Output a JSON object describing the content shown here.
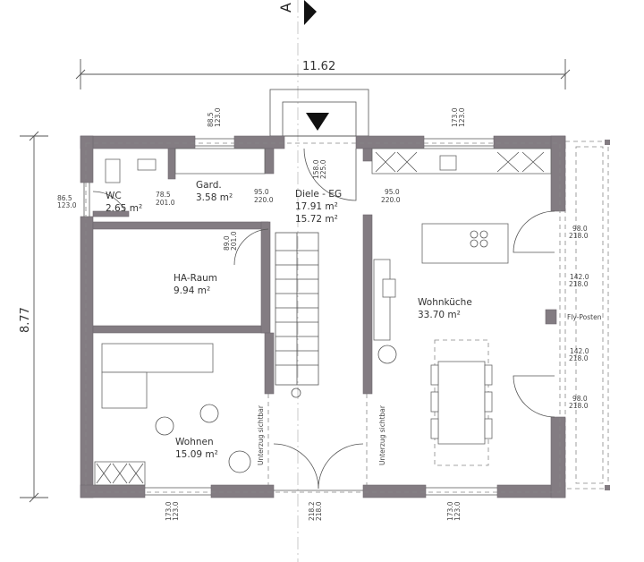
{
  "section_marker": {
    "label": "A"
  },
  "dimensions": {
    "width": "11.62",
    "depth": "8.77"
  },
  "rooms": [
    {
      "name": "WC",
      "area": "2.65 m²"
    },
    {
      "name": "Gard.",
      "area": "3.58 m²"
    },
    {
      "name": "Diele - EG",
      "area": "17.91 m²",
      "area2": "15.72 m²"
    },
    {
      "name": "HA-Raum",
      "area": "9.94 m²"
    },
    {
      "name": "Wohnküche",
      "area": "33.70 m²"
    },
    {
      "name": "Wohnen",
      "area": "15.09 m²"
    }
  ],
  "openings": {
    "wc_window": [
      "86.5",
      "123.0"
    ],
    "wc_door": [
      "78.5",
      "201.0"
    ],
    "gard_window": [
      "88.5",
      "123.0"
    ],
    "gard_door": [
      "95.0",
      "220.0"
    ],
    "entry_top": [
      "158.0",
      "225.0"
    ],
    "kitchen_door": [
      "95.0",
      "220.0"
    ],
    "kitchen_window_top": [
      "173.0",
      "123.0"
    ],
    "ha_door": [
      "89.0",
      "201.0"
    ],
    "right_door_1": [
      "98.0",
      "218.0"
    ],
    "right_window_1": [
      "142.0",
      "218.0"
    ],
    "right_window_2": [
      "142.0",
      "218.0"
    ],
    "right_door_2": [
      "98.0",
      "218.0"
    ],
    "bottom_window_left": [
      "173.0",
      "123.0"
    ],
    "bottom_door": [
      "218.2",
      "218.0"
    ],
    "bottom_window_right": [
      "173.0",
      "123.0"
    ]
  },
  "annotations": {
    "beam_left": "Unterzug sichtbar",
    "beam_right": "Unterzug sichtbar",
    "post": "Fly-Posten"
  }
}
